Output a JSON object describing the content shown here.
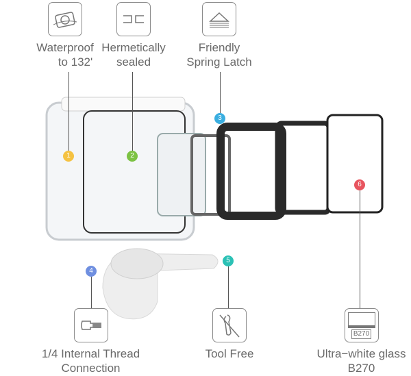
{
  "features": [
    {
      "icon": "camera-icon",
      "lines": [
        "Waterproof",
        "to 132'"
      ]
    },
    {
      "icon": "seal-icon",
      "lines": [
        "Hermetically",
        "sealed"
      ]
    },
    {
      "icon": "latch-icon",
      "lines": [
        "Friendly",
        "Spring Latch"
      ]
    },
    {
      "icon": "thread-icon",
      "lines": [
        "1/4 Internal Thread",
        "Connection"
      ]
    },
    {
      "icon": "no-tool-icon",
      "lines": [
        "Tool Free"
      ]
    },
    {
      "icon": "glass-icon",
      "lines": [
        "Ultra−white glass",
        "B270"
      ],
      "glass_label": "B270"
    }
  ],
  "markers": [
    {
      "num": "1",
      "color": "#f5c242"
    },
    {
      "num": "2",
      "color": "#7cc243"
    },
    {
      "num": "3",
      "color": "#3aaee0"
    },
    {
      "num": "4",
      "color": "#6f8fe0"
    },
    {
      "num": "5",
      "color": "#2bc1b5"
    },
    {
      "num": "6",
      "color": "#e8555f"
    }
  ]
}
